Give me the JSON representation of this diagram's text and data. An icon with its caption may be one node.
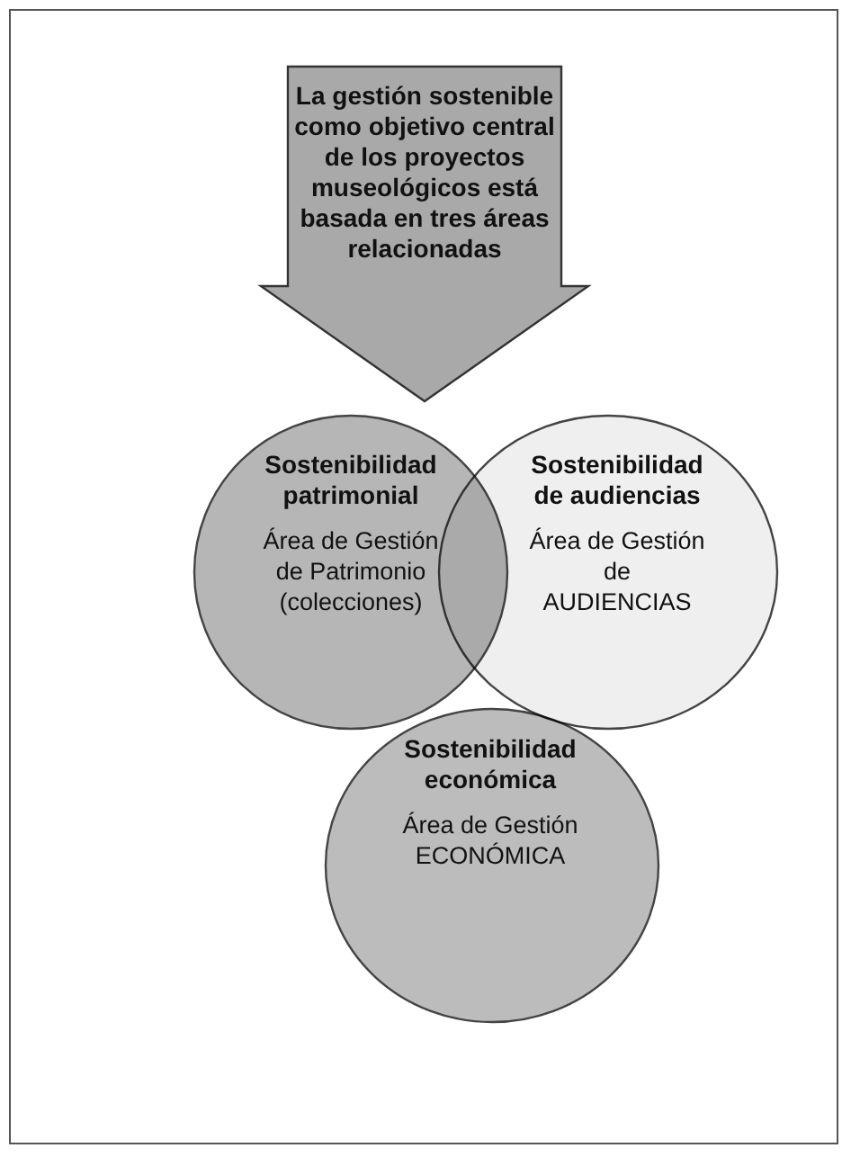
{
  "diagram": {
    "nodes": [
      {
        "text": [
          "La gestión sostenible como objetivo central de los proyectos museológicos está basada en tres áreas relacionadas"
        ]
      },
      {
        "text": [
          "Sostenibilidad patrimonial",
          "Área de Gestión de Patrimonio (colecciones)"
        ]
      },
      {
        "text": [
          "Sostenibilidad de audiencias",
          "Área de Gestión de AUDIENCIAS"
        ]
      },
      {
        "text": [
          "Sostenibilidad económica",
          "Área de Gestión ECONÓMICA"
        ]
      }
    ]
  }
}
